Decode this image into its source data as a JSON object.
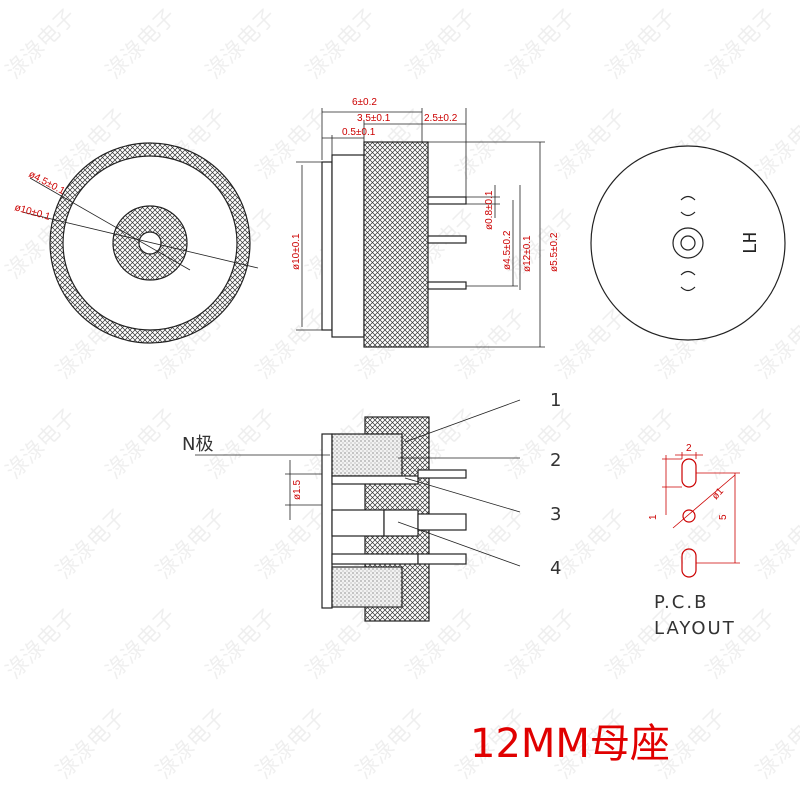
{
  "watermark": "淥淥电子",
  "title": "12MM母座",
  "dims": {
    "d_outer": "ø10±0.1",
    "d_hole": "ø4.5±0.1",
    "len_total": "6±0.2",
    "len_body": "3.5±0.1",
    "len_pin": "2.5±0.2",
    "len_flange": "0.5±0.1",
    "d_side": "ø10±0.1",
    "d_pin": "ø0.8±0.1",
    "d_45": "ø4.5±0.2",
    "d_12": "ø12±0.1",
    "d_55": "ø5.5±0.2",
    "d_15": "ø1.5",
    "pcb_2": "2",
    "pcb_1": "1",
    "pcb_d1": "ø1",
    "pcb_5": "5"
  },
  "rear_mark": "LH",
  "section": {
    "n_pole": "N极",
    "callouts": [
      "1",
      "2",
      "3",
      "4"
    ]
  },
  "pcb_title": [
    "P.C.B",
    "LAYOUT"
  ]
}
